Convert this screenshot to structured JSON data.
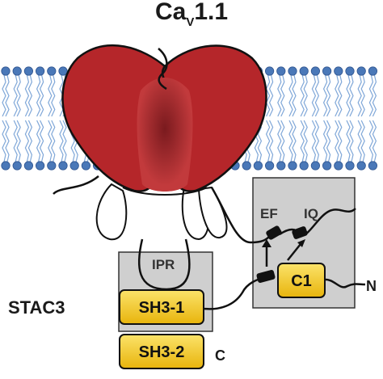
{
  "title": {
    "main": "Ca",
    "subscript": "V",
    "suffix": "1.1"
  },
  "labels": {
    "stac3": "STAC3",
    "ipr": "IPR",
    "ef": "EF",
    "iq": "IQ",
    "n_terminus": "N",
    "c_terminus": "C"
  },
  "domains": {
    "c1": "C1",
    "sh3_1": "SH3-1",
    "sh3_2": "SH3-2"
  },
  "colors": {
    "channel": "#b5262a",
    "channel_dark": "#7a1416",
    "channel_center": "#8c2a2e",
    "domain_fill": "#f2c519",
    "domain_fill_light": "#fbe064",
    "box_fill": "#cfcfcf",
    "lipid_head": "#4a78b8",
    "lipid_tail": "#7fa7d8"
  }
}
